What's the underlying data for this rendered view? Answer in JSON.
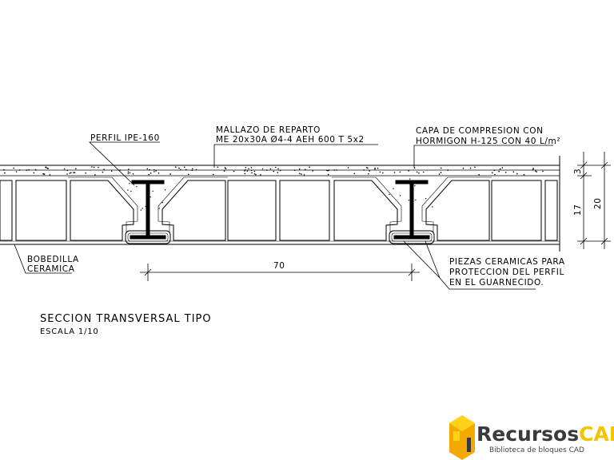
{
  "labels": {
    "perfil": "PERFIL IPE-160",
    "mallazo_1": "MALLAZO DE REPARTO",
    "mallazo_2": "ME 20x30A Ø4-4 AEH 600 T 5x2",
    "capa_1": "CAPA DE COMPRESION CON",
    "capa_2": "HORMIGON H-125 CON 40 L/m²",
    "bobedilla_1": "BOBEDILLA",
    "bobedilla_2": "CERAMICA",
    "piezas_1": "PIEZAS CERAMICAS PARA",
    "piezas_2": "PROTECCION DEL PERFIL",
    "piezas_3": "EN EL GUARNECIDO."
  },
  "dimensions": {
    "spacing": "70",
    "layer": "3",
    "block": "17",
    "total": "20"
  },
  "title": {
    "main": "SECCION TRANSVERSAL TIPO",
    "scale": "ESCALA 1/10"
  },
  "logo": {
    "name_dark": "Recursos",
    "name_accent": "CAD",
    "tagline": "Biblioteca de bloques CAD",
    "accent_color": "#f5c400",
    "dark_color": "#3a3a3a"
  }
}
